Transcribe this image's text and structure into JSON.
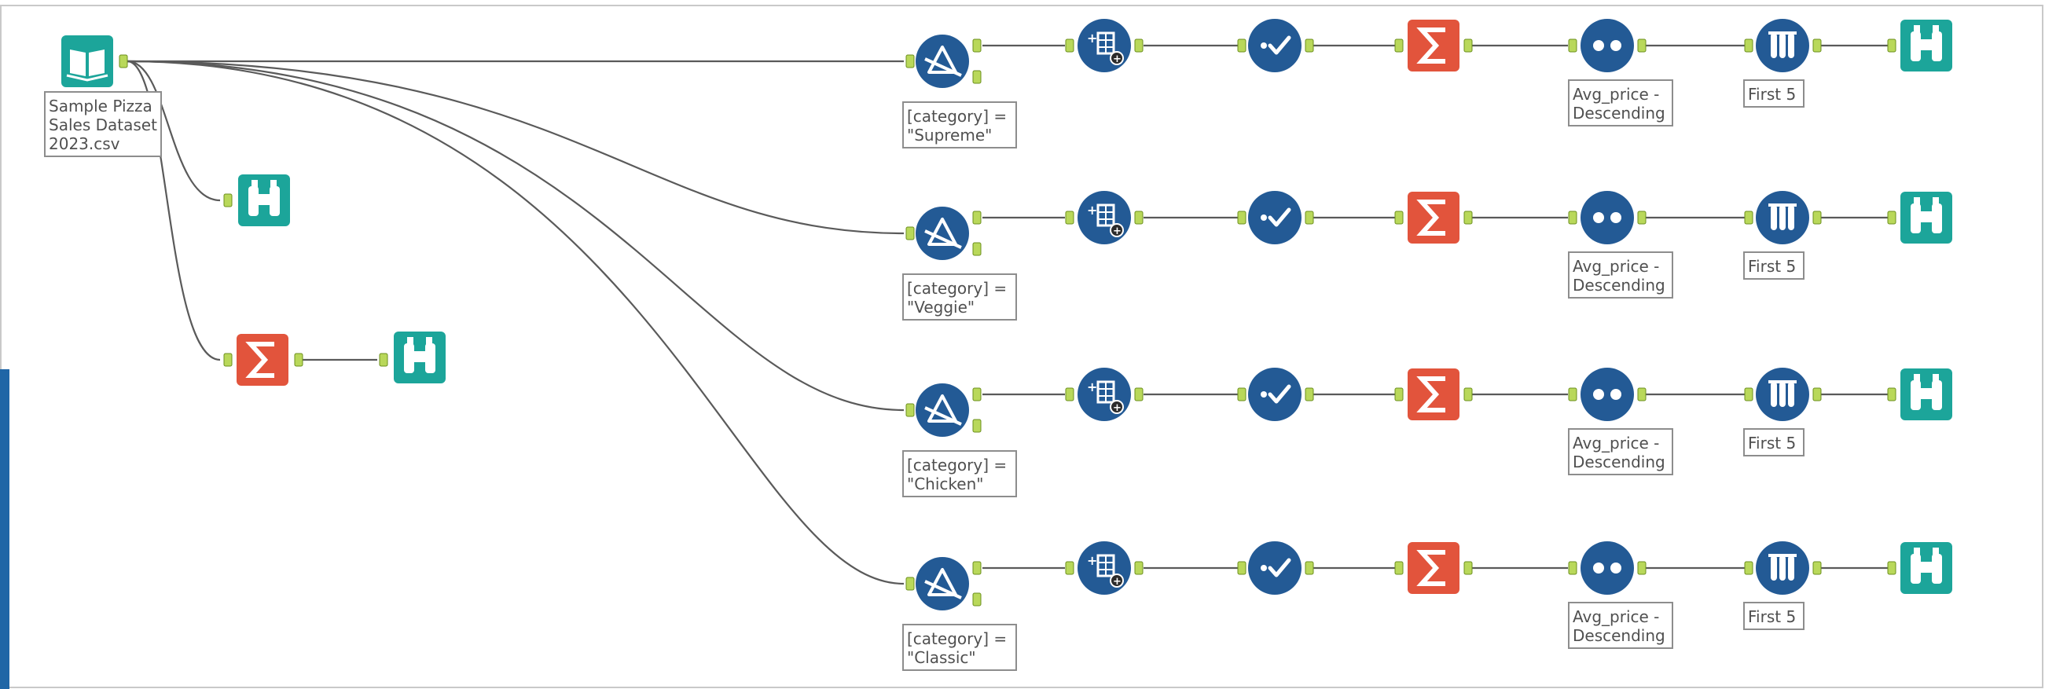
{
  "colors": {
    "teal": "#1ca59a",
    "blue": "#235a95",
    "orange": "#e2543c",
    "sidebar": "#1f66a6",
    "wire": "#5a5a5a",
    "anchor": "#b9d85a"
  },
  "input": {
    "icon": "book-input-icon",
    "label": [
      "Sample Pizza",
      "Sales Dataset",
      "2023.csv"
    ]
  },
  "side_tools": {
    "browse_top": "binoculars-browse-icon",
    "summarize": "sigma-summarize-icon",
    "browse_bottom": "binoculars-browse-icon"
  },
  "branches": [
    {
      "filter_label": [
        "[category] =",
        "\"Supreme\""
      ],
      "sort_label": [
        "Avg_price -",
        "Descending"
      ],
      "sample_label": [
        "First 5"
      ]
    },
    {
      "filter_label": [
        "[category] =",
        "\"Veggie\""
      ],
      "sort_label": [
        "Avg_price -",
        "Descending"
      ],
      "sample_label": [
        "First 5"
      ]
    },
    {
      "filter_label": [
        "[category] =",
        "\"Chicken\""
      ],
      "sort_label": [
        "Avg_price -",
        "Descending"
      ],
      "sample_label": [
        "First 5"
      ]
    },
    {
      "filter_label": [
        "[category] =",
        "\"Classic\""
      ],
      "sort_label": [
        "Avg_price -",
        "Descending"
      ],
      "sample_label": [
        "First 5"
      ]
    }
  ],
  "pipeline_icons": [
    "filter-icon",
    "formula-icon",
    "select-icon",
    "summarize-icon",
    "sort-icon",
    "sample-icon",
    "browse-icon"
  ]
}
